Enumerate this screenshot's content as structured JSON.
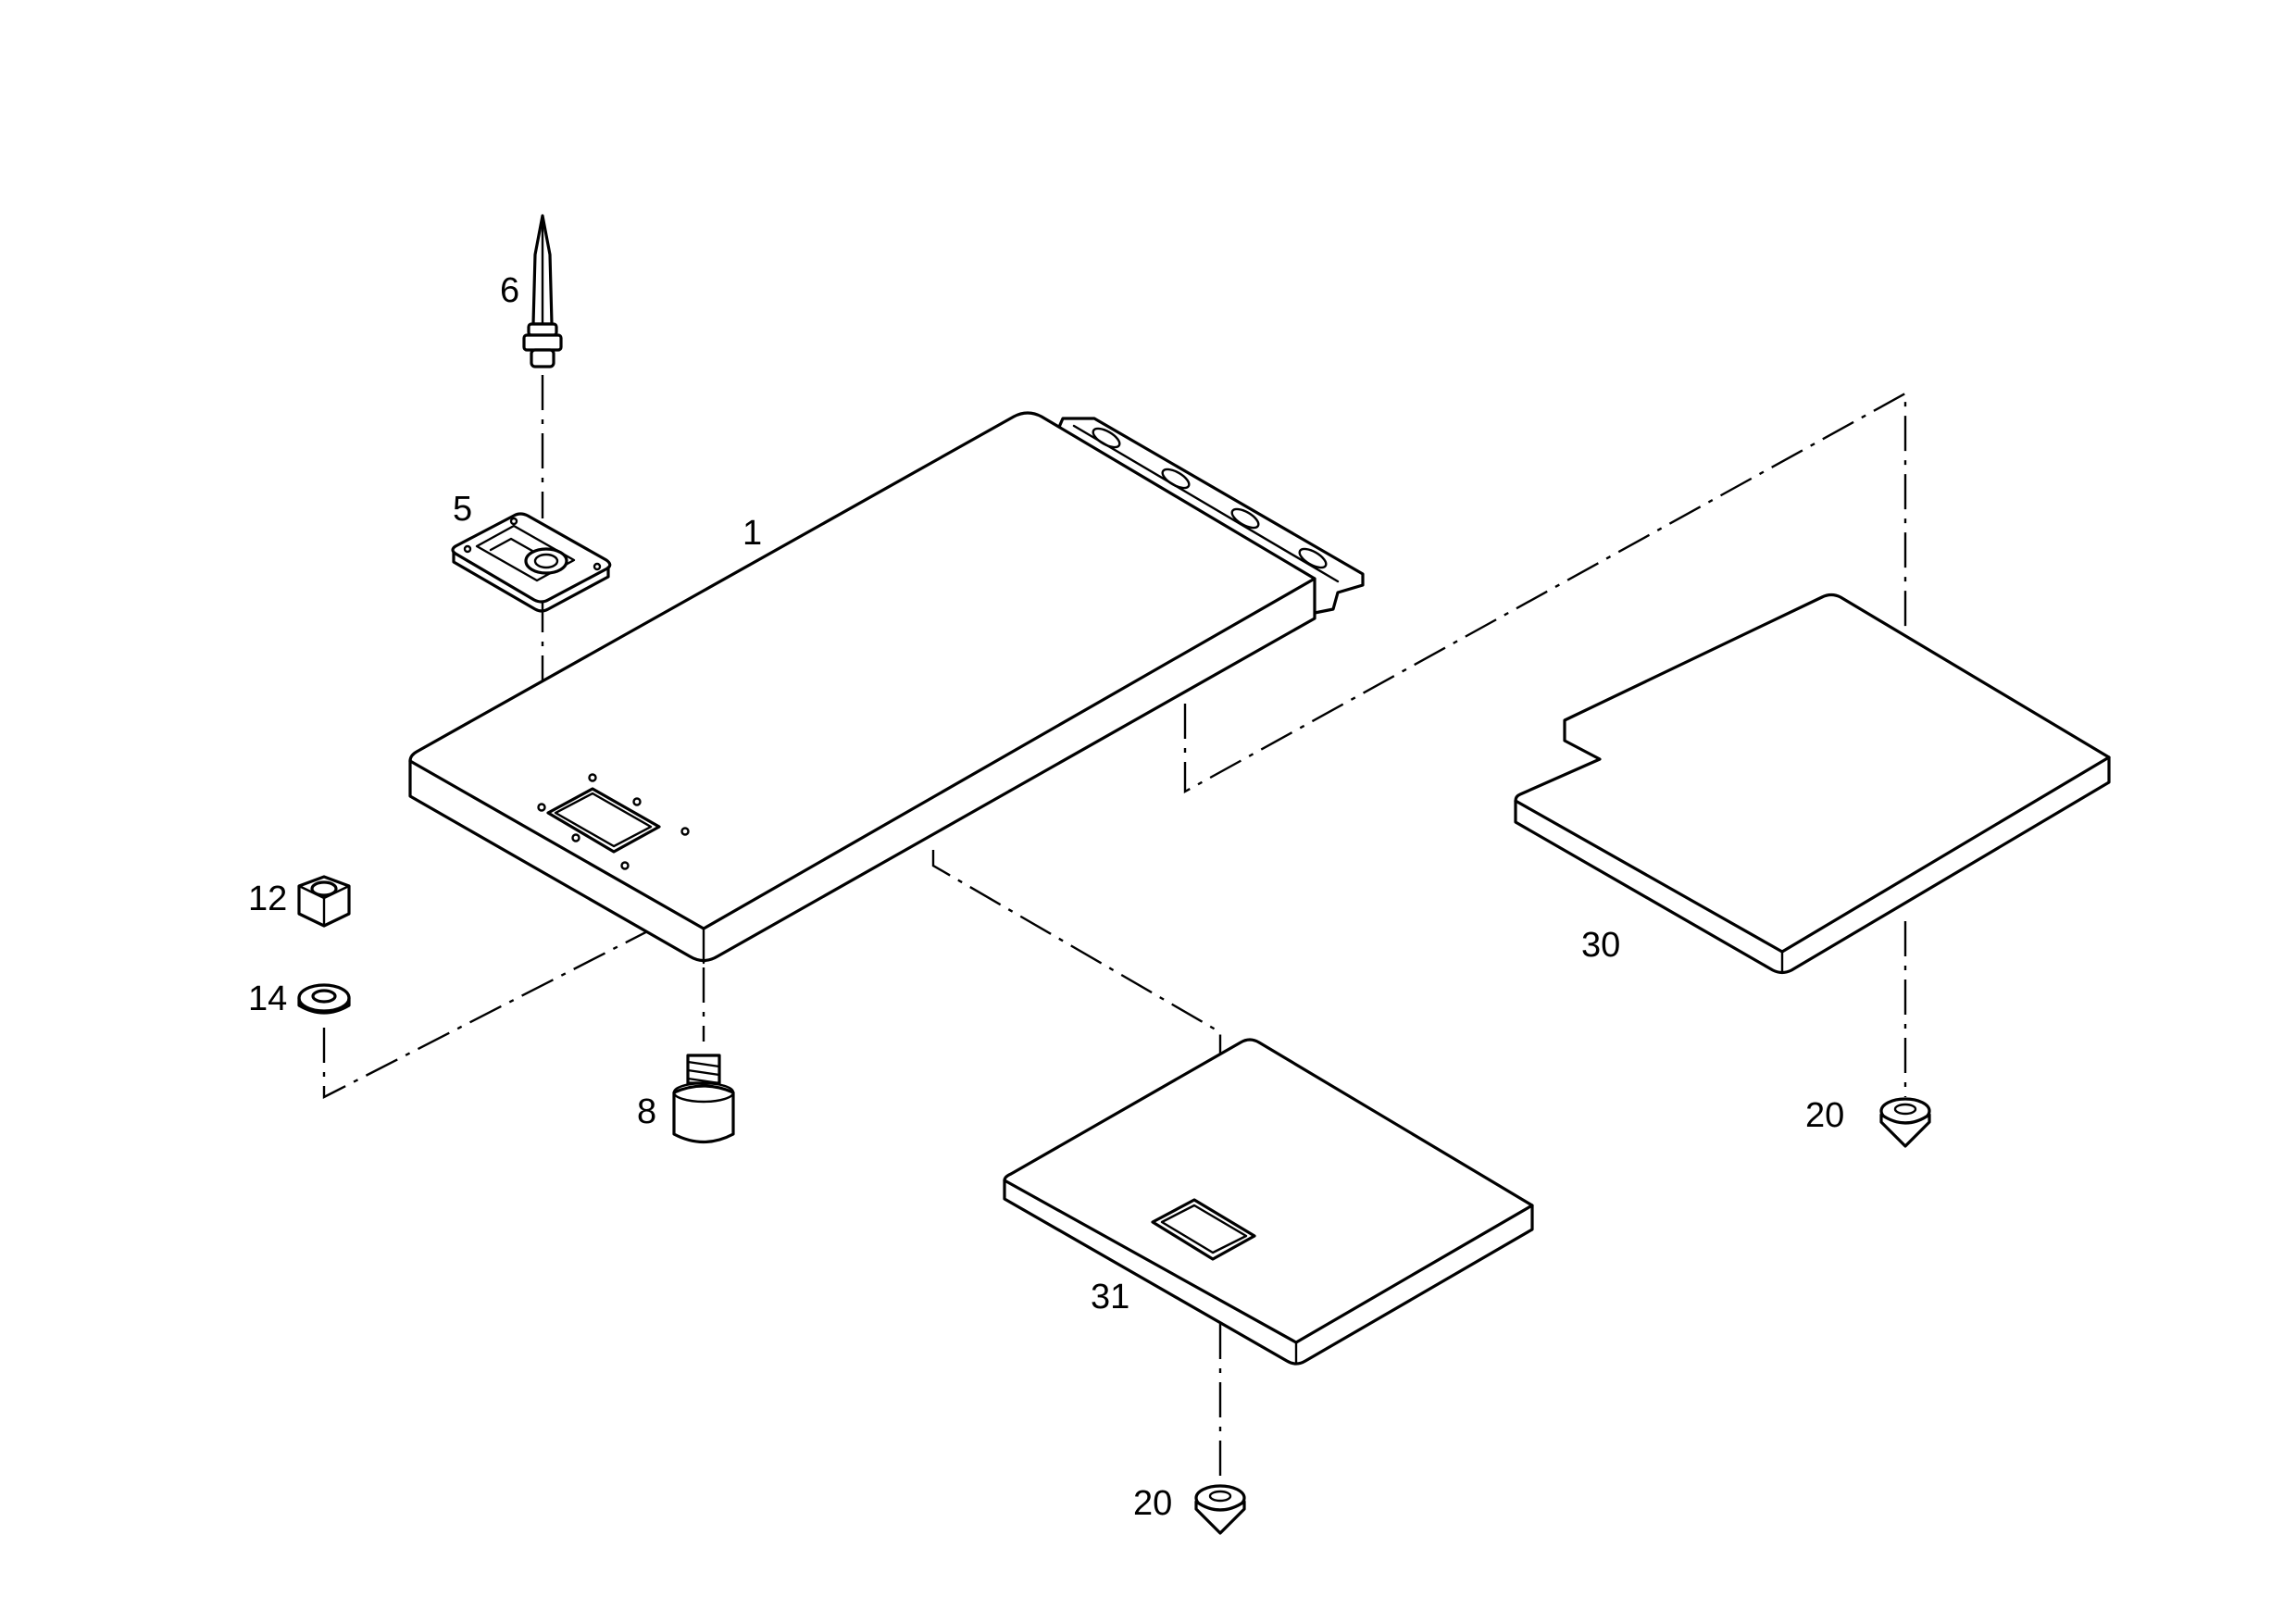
{
  "labels": {
    "p1": "1",
    "p5": "5",
    "p6": "6",
    "p8": "8",
    "p12": "12",
    "p14": "14",
    "p20a": "20",
    "p20b": "20",
    "p30": "30",
    "p31": "31"
  }
}
